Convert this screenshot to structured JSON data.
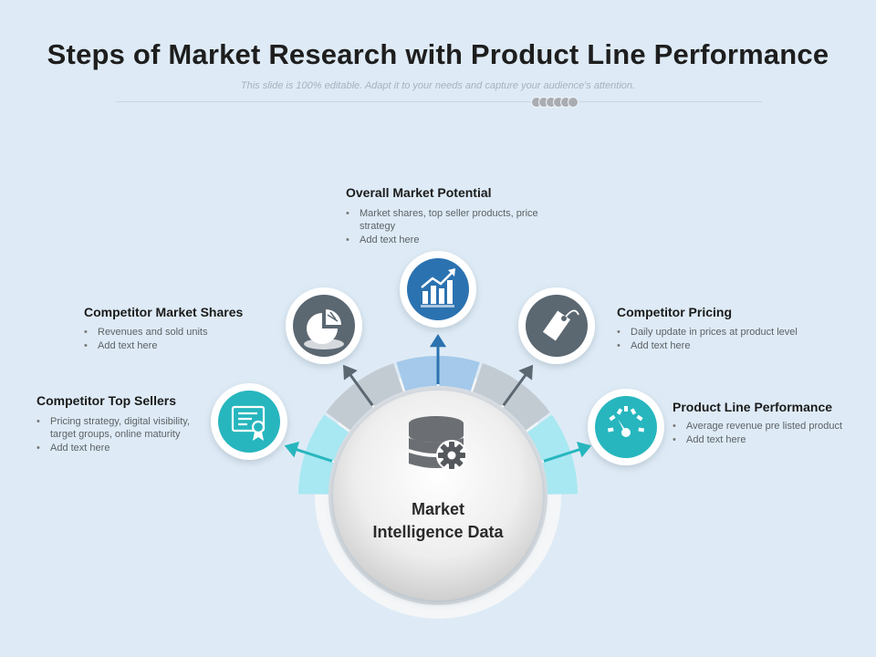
{
  "title": "Steps of Market Research with Product Line Performance",
  "subtitle": "This slide is 100% editable. Adapt it to your needs and capture your audience's attention.",
  "center": {
    "line1": "Market",
    "line2": "Intelligence  Data",
    "icon": "database-gear-icon"
  },
  "steps": [
    {
      "heading": "Competitor Top Sellers",
      "bullets": [
        "Pricing strategy, digital visibility, target groups, online maturity",
        "Add text here"
      ],
      "icon": "certificate-icon",
      "color": "#27b6be"
    },
    {
      "heading": "Competitor Market Shares",
      "bullets": [
        "Revenues and sold units",
        "Add text here"
      ],
      "icon": "pie-chart-icon",
      "color": "#5b6771"
    },
    {
      "heading": "Overall Market Potential",
      "bullets": [
        "Market shares, top seller products, price strategy",
        "Add text here"
      ],
      "icon": "growth-chart-icon",
      "color": "#2b72b0"
    },
    {
      "heading": "Competitor Pricing",
      "bullets": [
        "Daily update in prices at product level",
        "Add text here"
      ],
      "icon": "price-tag-icon",
      "color": "#5b6771"
    },
    {
      "heading": "Product Line Performance",
      "bullets": [
        "Average revenue pre listed product",
        "Add text here"
      ],
      "icon": "speedometer-icon",
      "color": "#27b6be"
    }
  ],
  "colors": {
    "background": "#deebf6",
    "teal": "#27b6be",
    "slate": "#5b6771",
    "blue": "#2b72b0",
    "segment_teal": "#a8e8f2",
    "segment_grey": "#c3cbd2",
    "segment_blue": "#a4c9ea"
  }
}
